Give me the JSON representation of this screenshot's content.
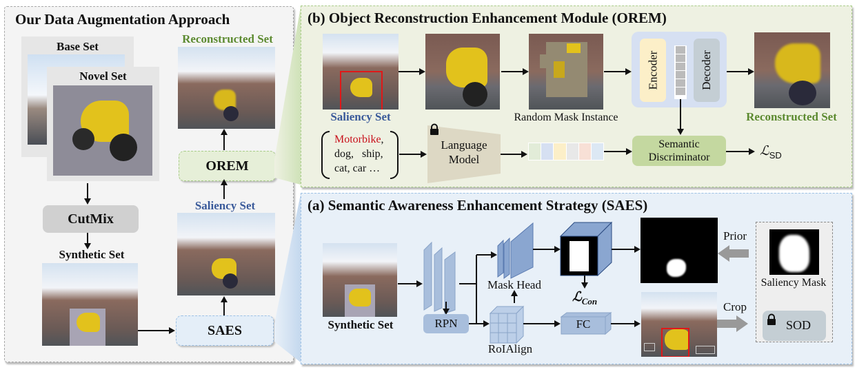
{
  "left_panel": {
    "title": "Our Data Augmentation Approach",
    "base_set": "Base Set",
    "novel_set": "Novel Set",
    "cutmix": "CutMix",
    "synthetic_set": "Synthetic Set",
    "saes": "SAES",
    "saliency_set": "Saliency Set",
    "orem": "OREM",
    "reconstructed_set": "Reconstructed Set"
  },
  "panel_b": {
    "title": "(b) Object Reconstruction Enhancement Module (OREM)",
    "saliency_set": "Saliency Set",
    "random_mask_instance": "Random Mask Instance",
    "encoder": "Encoder",
    "decoder": "Decoder",
    "reconstructed_set": "Reconstructed Set",
    "class_names": {
      "highlight": "Motorbike",
      "line1_rest": ",",
      "line2": "dog,   ship,",
      "line3": "cat, car …"
    },
    "language_model": [
      "Language",
      "Model"
    ],
    "semantic_discriminator": [
      "Semantic",
      "Discriminator"
    ],
    "loss": {
      "symbol": "ℒ",
      "subscript": "SD"
    },
    "embedding_colors": [
      "#e2ecd8",
      "#d6e0f2",
      "#fcefc8",
      "#e8e8e8",
      "#f8e0d6",
      "#dce8f4"
    ]
  },
  "panel_a": {
    "title": "(a) Semantic Awareness Enhancement Strategy (SAES)",
    "synthetic_set": "Synthetic Set",
    "rpn": "RPN",
    "mask_head": "Mask Head",
    "roialign": "RoIAlign",
    "fc": "FC",
    "loss": {
      "symbol": "ℒ",
      "subscript": "Con"
    },
    "prior": "Prior",
    "crop": "Crop",
    "saliency_mask": "Saliency Mask",
    "sod": "SOD"
  },
  "colors": {
    "green_label": "#5c8a30",
    "blue_label": "#3a5a9a",
    "highlight_red": "#c8101a",
    "panel_b_bg": "#eef1e2",
    "panel_a_bg": "#e8f0f8"
  }
}
